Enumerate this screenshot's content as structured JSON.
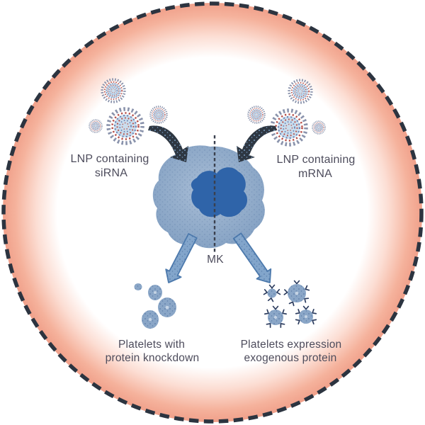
{
  "figure": {
    "type": "scientific-diagram",
    "subject": "Lipid nanoparticle (LNP) delivery to a megakaryocyte producing engineered platelets",
    "labels": {
      "lnp_sirna": {
        "line1": "LNP containing",
        "line2": "siRNA"
      },
      "lnp_mrna": {
        "line1": "LNP containing",
        "line2": "mRNA"
      },
      "mk": "MK",
      "platelets_knockdown": {
        "line1": "Platelets with",
        "line2": "protein knockdown"
      },
      "platelets_expression": {
        "line1": "Platelets expression",
        "line2": "exogenous protein"
      }
    },
    "colors": {
      "boundary_dash": "#2c3440",
      "glow_pink": "#f0a08a",
      "cell_body": "#8ba7c7",
      "cell_nucleus": "#2f64a9",
      "black_arrow": "#2e3742",
      "black_arrow_dots": "#86b2dd",
      "blue_arrow_fill": "#82a5cb",
      "blue_arrow_stroke": "#4d7aad",
      "platelet": "#8aa6c7",
      "receptor": "#2c3c5e",
      "lnp_spike": "#8a93ac",
      "lnp_red": "#b5504a",
      "lnp_blue": "#6b84b5",
      "lnp_core": "#cadded",
      "text": "#4d4c5c"
    },
    "icons": {
      "lnp-particle-icon": "concentric speckled nanoparticle sphere",
      "curved-arrow-icon": "tapered curved uptake arrow",
      "block-arrow-icon": "straight block release arrow",
      "megakaryocyte-icon": "large blue cell with lobed nucleus",
      "platelet-icon": "small blue speckled blob",
      "receptor-platelet-icon": "platelet with Y-shaped surface receptors",
      "dashed-boundary-icon": "dashed circular vessel boundary",
      "midline-icon": "vertical dashed divider"
    }
  }
}
